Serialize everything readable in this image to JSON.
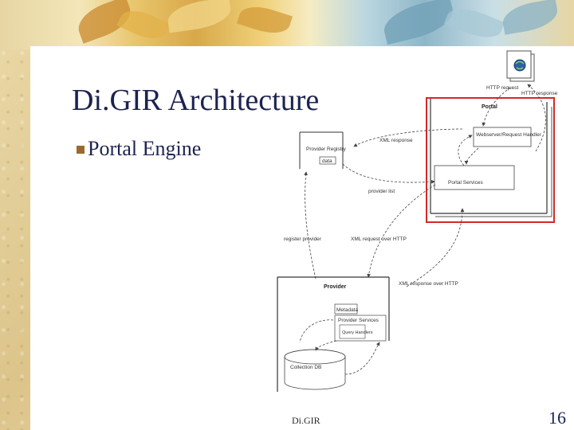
{
  "slide": {
    "title": "Di.GIR Architecture",
    "bullet": "Portal Engine",
    "footer": "Di.GIR",
    "page_number": "16"
  },
  "colors": {
    "title": "#1c2350",
    "highlight_box": "#d62828",
    "bullet": "#9a6a2c"
  },
  "diagram": {
    "http_request": "HTTP request",
    "http_response": "HTTP response",
    "portal": "Portal",
    "provider_registry": "Provider Registry",
    "data": "data",
    "xml_response": "XML response",
    "web_server": "Webserver/Request Handler",
    "portal_services": "Portal Services",
    "provider_list": "provider list",
    "register_provider": "register provider",
    "xml_request": "XML request over HTTP",
    "xml_response_http": "XML response over HTTP",
    "provider": "Provider",
    "metadata": "Metadata",
    "provider_services": "Provider Services",
    "query_handlers": "Query Handlers",
    "collection_db": "Collection DB"
  }
}
